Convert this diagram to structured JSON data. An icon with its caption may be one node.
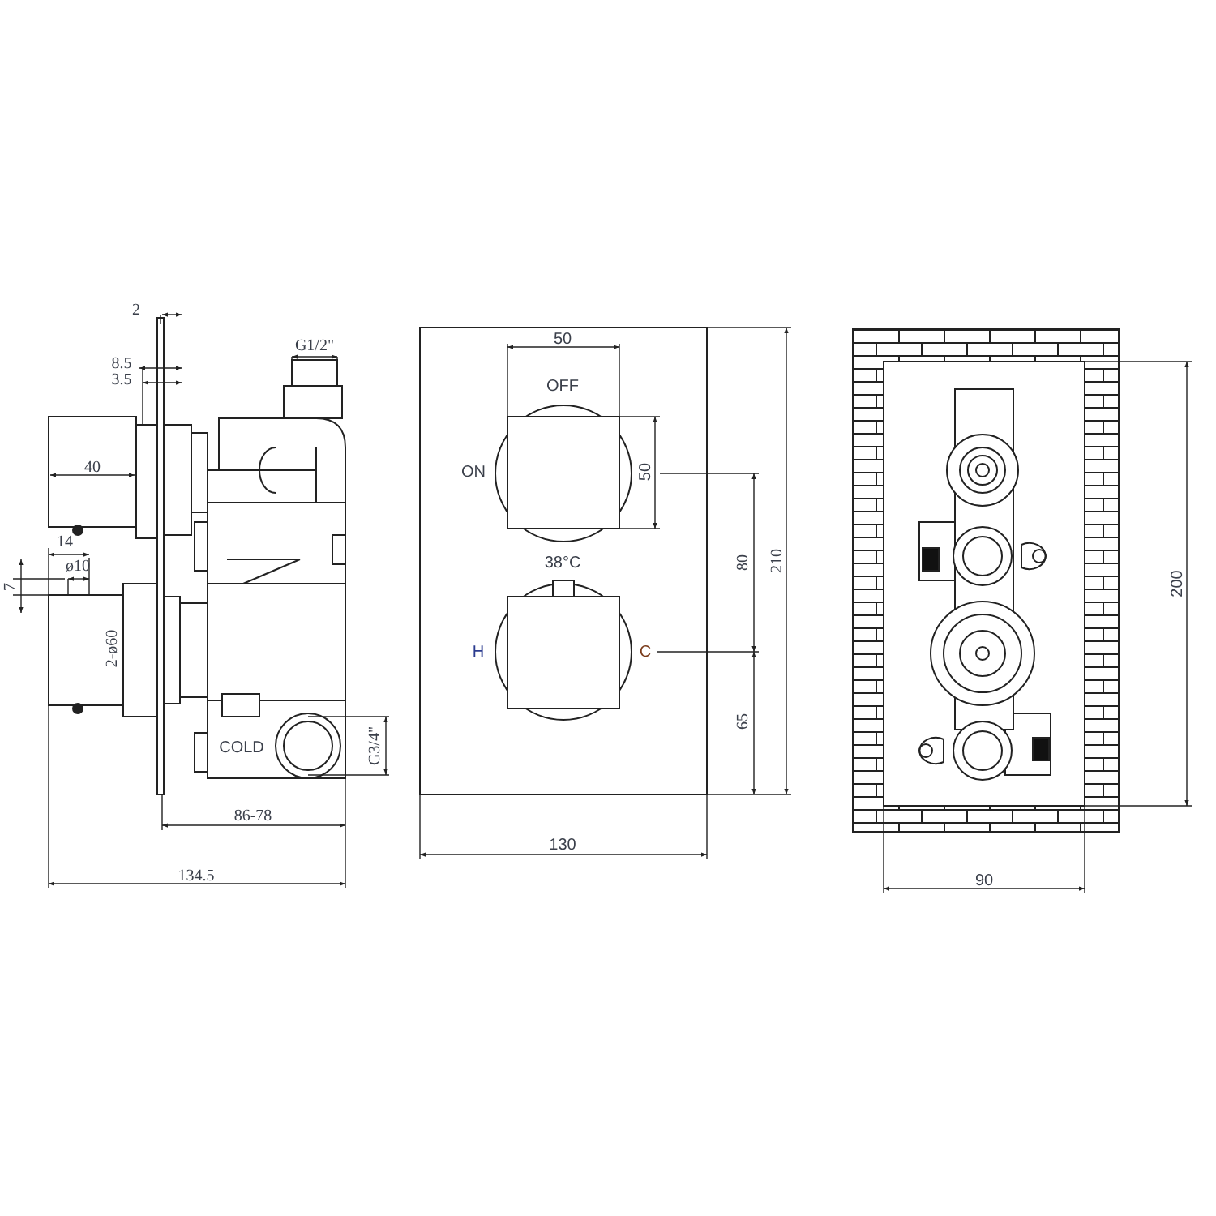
{
  "diagram": {
    "labels": [
      "2",
      "8.5",
      "3.5",
      "G1/2\"",
      "40",
      "14",
      "ø10",
      "7",
      "2-ø60",
      "COLD",
      "G3/4\"",
      "86-78",
      "134.5",
      "50",
      "OFF",
      "ON",
      "50",
      "38°C",
      "H",
      "C",
      "80",
      "210",
      "65",
      "130",
      "200",
      "90"
    ]
  }
}
